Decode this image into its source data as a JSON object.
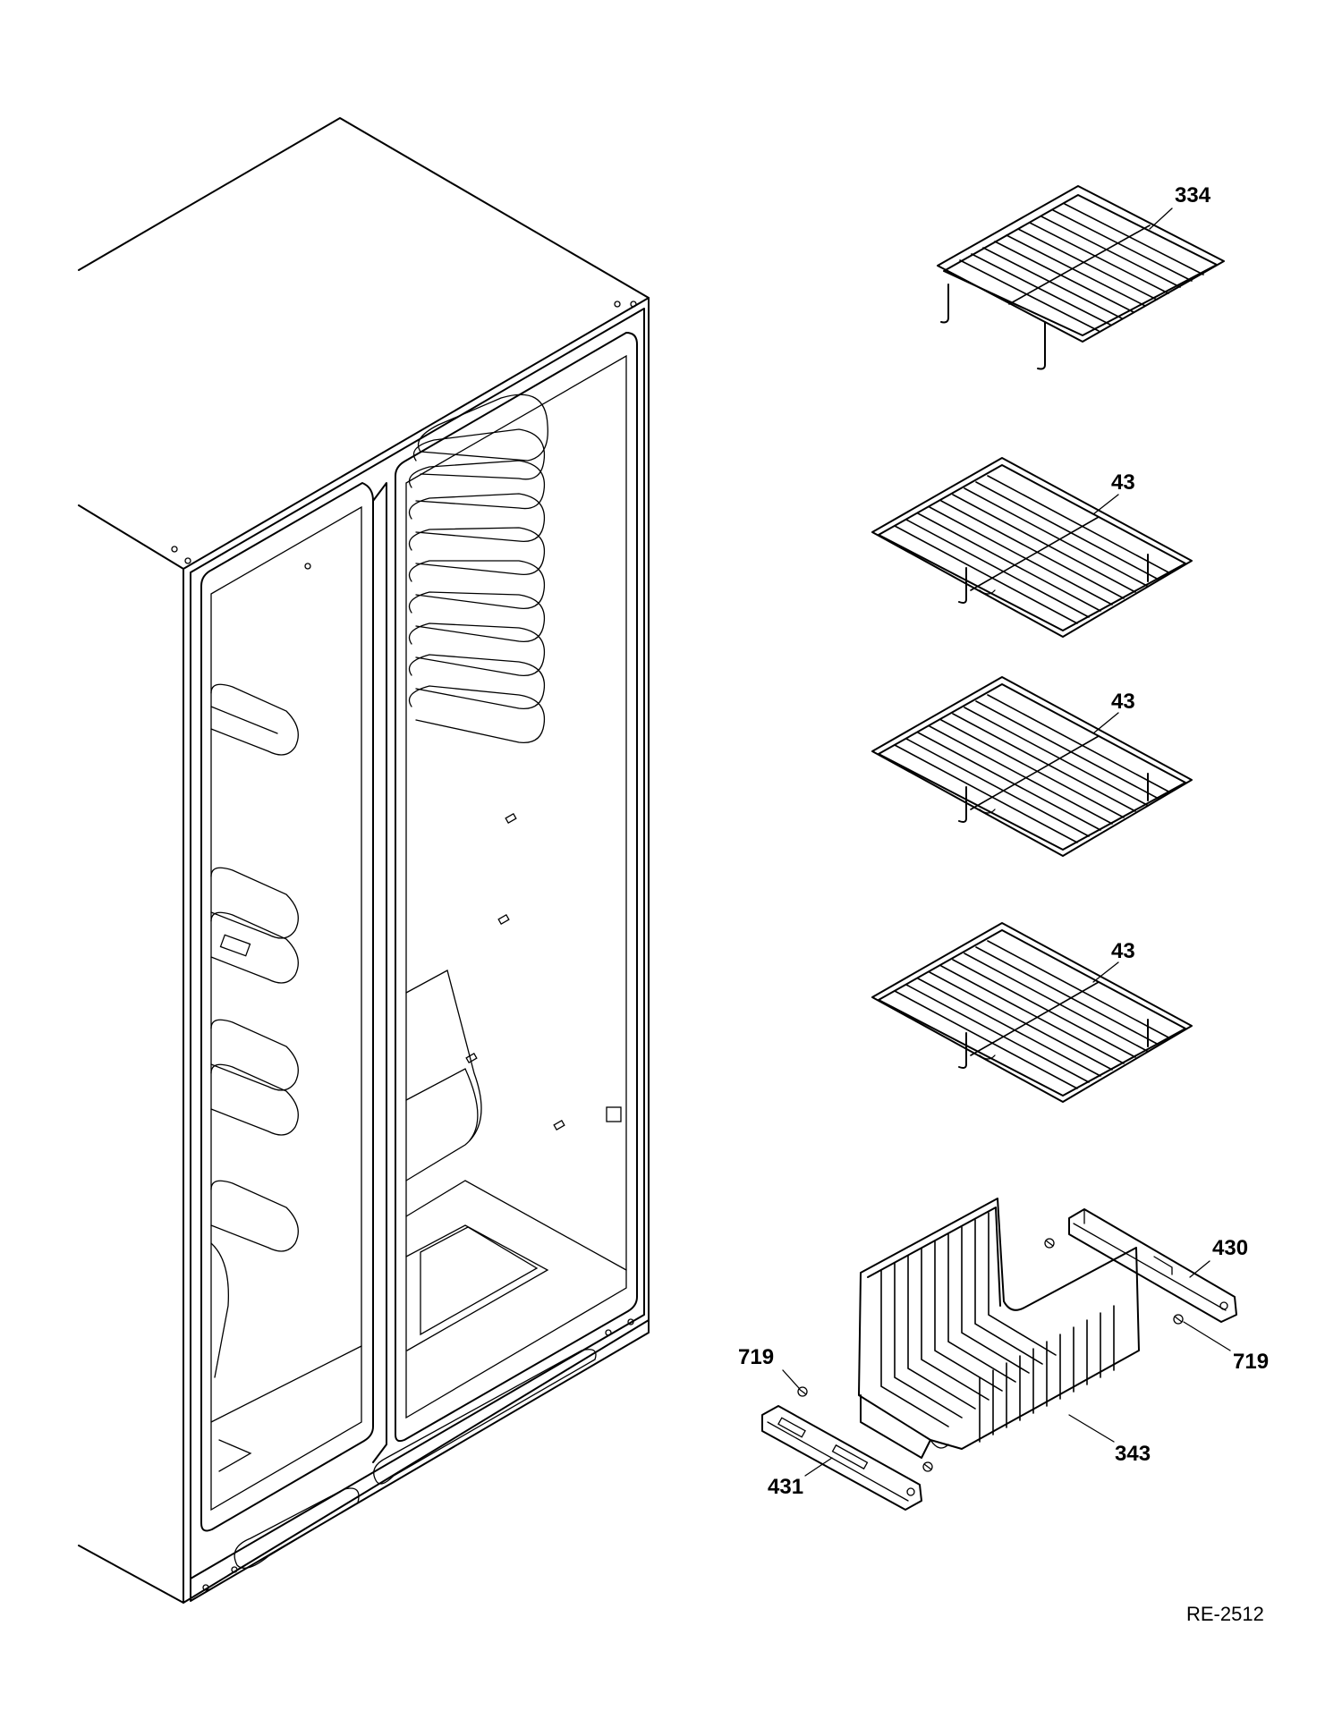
{
  "callouts": {
    "c334": "334",
    "c43a": "43",
    "c43b": "43",
    "c43c": "43",
    "c430": "430",
    "c719a": "719",
    "c719b": "719",
    "c343": "343",
    "c431": "431"
  },
  "drawing_code": "RE-2512"
}
